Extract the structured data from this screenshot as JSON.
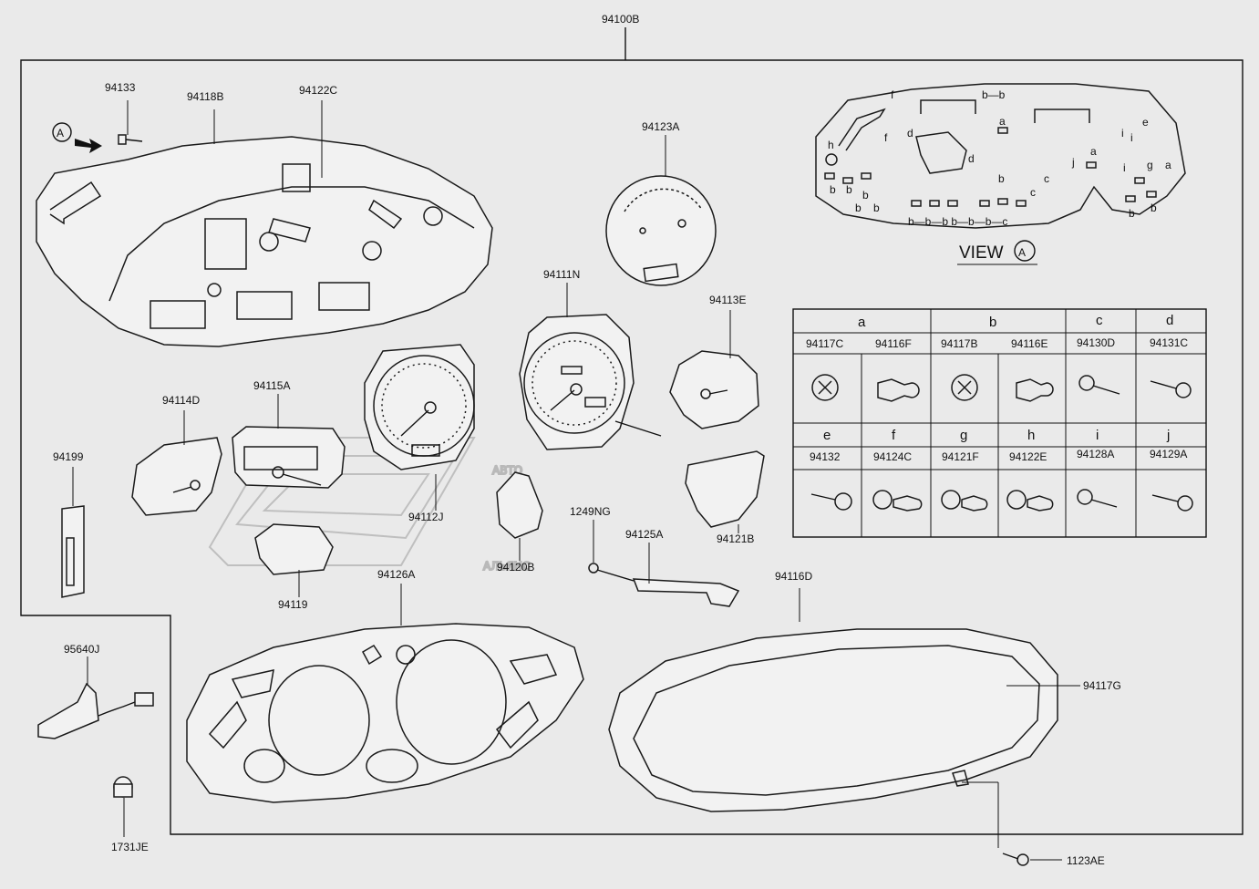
{
  "diagram": {
    "assembly_label": "94100B",
    "callouts": {
      "p94133": "94133",
      "p94118B": "94118B",
      "p94122C": "94122C",
      "p94123A": "94123A",
      "p94111N": "94111N",
      "p94113E": "94113E",
      "p94114D": "94114D",
      "p94115A": "94115A",
      "p94199": "94199",
      "p94112J": "94112J",
      "p94119": "94119",
      "p94120B": "94120B",
      "p1249NG": "1249NG",
      "p94125A": "94125A",
      "p94121B": "94121B",
      "p94126A": "94126A",
      "p94116D": "94116D",
      "p94117G": "94117G",
      "p95640J": "95640J",
      "p1731JE": "1731JE",
      "p1123AE": "1123AE"
    },
    "view_marker": "A",
    "view_title": "VIEW",
    "view_letters": {
      "f1": "f",
      "b_b_top": "b—b",
      "a1": "a",
      "f2": "f",
      "d1": "d",
      "i1": "i",
      "i2": "i",
      "e1": "e",
      "h1": "h",
      "d2": "d",
      "a2": "a",
      "j1": "j",
      "i3": "i",
      "g1": "g",
      "a3": "a",
      "b1": "b",
      "b2": "b",
      "b3": "b",
      "c1": "c",
      "c2": "c",
      "b4": "b",
      "b5": "b",
      "b6": "b",
      "b7": "b",
      "bottom_row": "b—b—b    b—b—b—c",
      "b8": "b",
      "b9": "b"
    }
  },
  "parts_table": {
    "top_groups": [
      "a",
      "b",
      "c",
      "d"
    ],
    "top_codes": [
      "94117C",
      "94116F",
      "94117B",
      "94116E",
      "94130D",
      "94131C"
    ],
    "bottom_letters": [
      "e",
      "f",
      "g",
      "h",
      "i",
      "j"
    ],
    "bottom_codes": [
      "94132",
      "94124C",
      "94121F",
      "94122E",
      "94128A",
      "94129A"
    ]
  },
  "watermark": {
    "line1": "АВТО",
    "line2": "АЛЬЯНС"
  }
}
